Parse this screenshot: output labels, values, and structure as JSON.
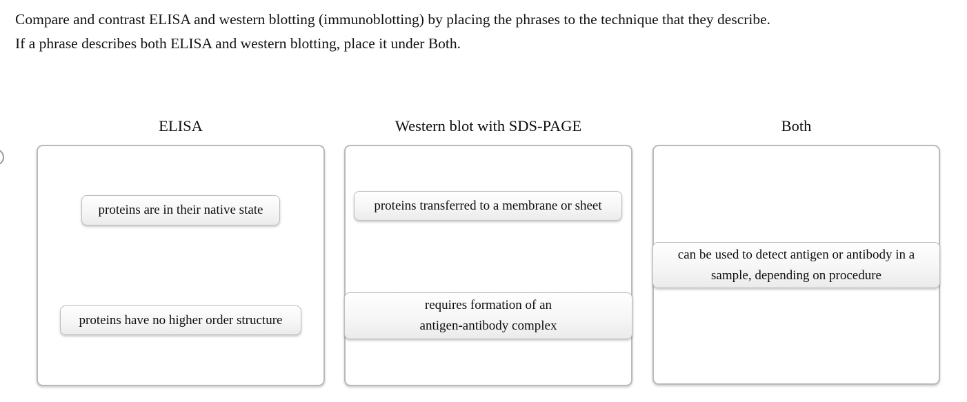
{
  "instructions": {
    "line1": "Compare and contrast ELISA and western blotting (immunoblotting) by placing the phrases to the technique that they describe.",
    "line2": "If a phrase describes both ELISA and western blotting, place it under Both."
  },
  "artifacts": {
    "clipped_number": "0"
  },
  "columns": [
    {
      "id": "elisa",
      "label": "ELISA",
      "chips": [
        {
          "text": "proteins are in their native state",
          "lines": [
            "proteins are in their native state"
          ]
        },
        {
          "text": "proteins have no higher order structure",
          "lines": [
            "proteins have no higher order structure"
          ]
        }
      ]
    },
    {
      "id": "western-blot",
      "label": "Western blot with SDS-PAGE",
      "chips": [
        {
          "text": "proteins transferred to a membrane or sheet",
          "lines": [
            "proteins transferred to a membrane or sheet"
          ]
        },
        {
          "text": "requires formation of an antigen-antibody complex",
          "lines": [
            "requires formation of an",
            "antigen-antibody complex"
          ]
        }
      ]
    },
    {
      "id": "both",
      "label": "Both",
      "chips": [
        {
          "text": "can be used to detect antigen or antibody in a sample, depending on procedure",
          "lines": [
            "can be used to detect antigen or antibody in a",
            "sample, depending on procedure"
          ]
        }
      ]
    }
  ],
  "colors": {
    "background": "#ffffff",
    "text": "#111111",
    "zone_border": "#b9b9b9",
    "chip_border": "#bdbdbd",
    "chip_gradient_top": "#fefefe",
    "chip_gradient_bottom": "#ebebeb"
  }
}
